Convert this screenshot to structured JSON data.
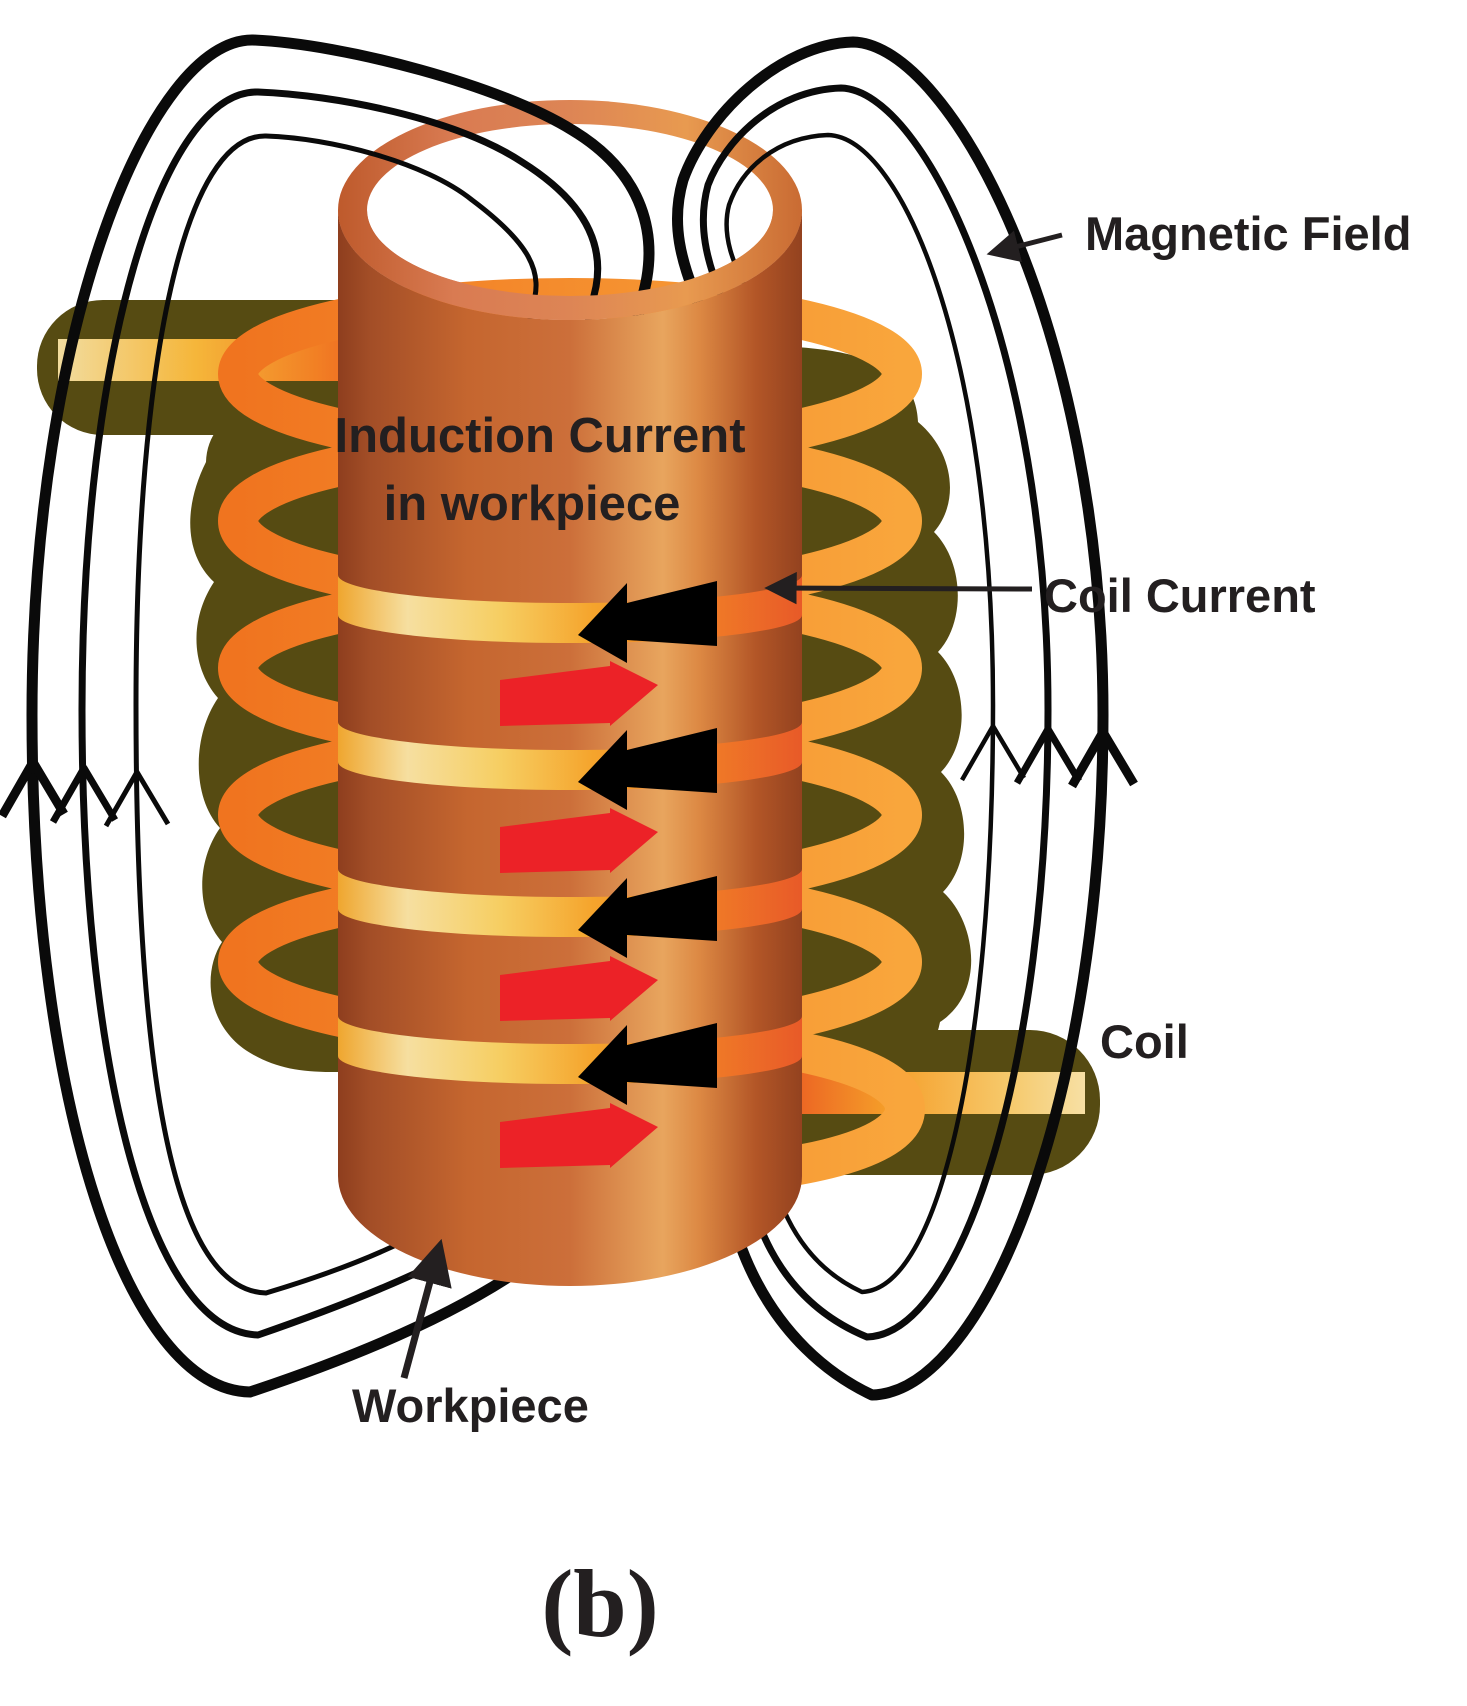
{
  "figure": {
    "caption": "(b)",
    "cylinder_label": {
      "line1": "Induction Current",
      "line2": "in workpiece"
    },
    "labels": {
      "magnetic_field": "Magnetic Field",
      "coil_current": "Coil Current",
      "coil": "Coil",
      "workpiece": "Workpiece"
    },
    "arrows": {
      "coil_current_count": 4,
      "coil_current_direction": "left",
      "coil_current_color": "#000000",
      "induction_current_count": 4,
      "induction_current_direction": "right",
      "induction_current_color": "#EC2227",
      "field_lines_per_side": 3,
      "field_direction": "up"
    },
    "colors": {
      "background": "#FFFFFF",
      "field_line": "#0A0A0A",
      "text": "#231F20",
      "coil_sheath_olive": "#564B12",
      "coil_back_orange": "#F58220",
      "coil_front_cream": "#F7E3A8",
      "copper_dark": "#93421F",
      "copper_mid": "#C96B35",
      "copper_highlight": "#E8A55E"
    }
  }
}
